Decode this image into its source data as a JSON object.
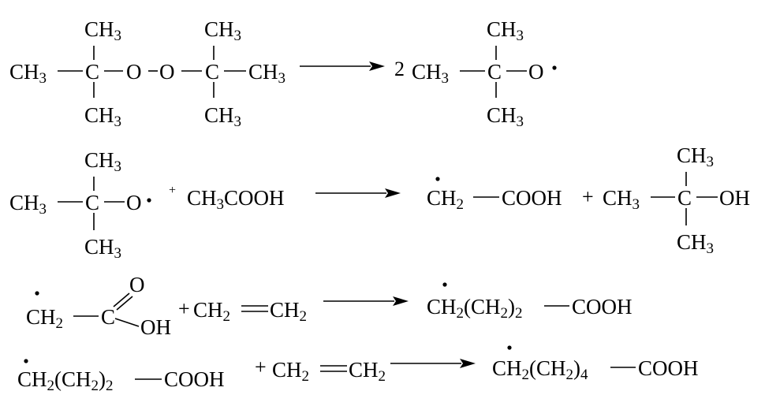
{
  "atoms": {
    "CH": "CH",
    "C": "C",
    "O": "O",
    "OH": "OH",
    "COOH": "COOH",
    "sub2": "2",
    "sub3": "3",
    "sub4": "4",
    "lpar": "(",
    "rpar": ")"
  },
  "reaction1": {
    "coefficient": "2"
  },
  "reaction2": {
    "acid_prefix": "CH",
    "acid_suffix": "COOH"
  },
  "operators": {
    "plus": "+"
  }
}
